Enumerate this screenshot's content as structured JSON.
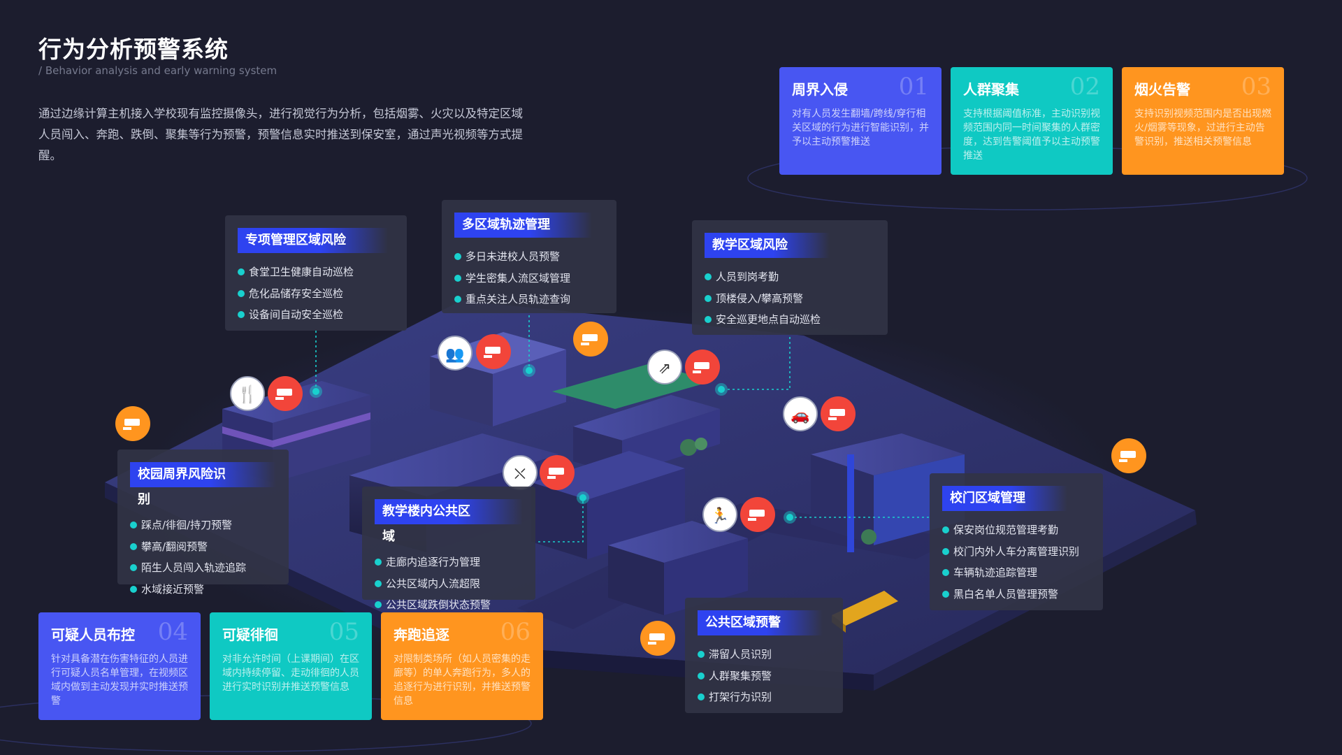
{
  "header": {
    "title": "行为分析预警系统",
    "subtitle": "/  Behavior analysis and early warning system",
    "description": "通过边缘计算主机接入学校现有监控摄像头，进行视觉行为分析，包括烟雾、火灾以及特定区域人员闯入、奔跑、跌倒、聚集等行为预警，预警信息实时推送到保安室，通过声光视频等方式提醒。"
  },
  "feature_cards": [
    {
      "title": "周界入侵",
      "number": "01",
      "description": "对有人员发生翻墙/跨线/穿行相关区域的行为进行智能识别，并予以主动预警推送"
    },
    {
      "title": "人群聚集",
      "number": "02",
      "description": "支持根据阈值标准，主动识别视频范围内同一时间聚集的人群密度，达到告警阈值予以主动预警推送"
    },
    {
      "title": "烟火告警",
      "number": "03",
      "description": "支持识别视频范围内是否出现燃火/烟雾等现象，过进行主动告警识别，推送相关预警信息"
    },
    {
      "title": "可疑人员布控",
      "number": "04",
      "description": "针对具备潜在伤害特征的人员进行可疑人员名单管理，在视频区域内做到主动发现并实时推送预警"
    },
    {
      "title": "可疑徘徊",
      "number": "05",
      "description": "对非允许时间（上课期间）在区域内持续停留、走动徘徊的人员进行实时识别并推送预警信息"
    },
    {
      "title": "奔跑追逐",
      "number": "06",
      "description": "对限制类场所（如人员密集的走廊等）的单人奔跑行为，多人的追逐行为进行识别，并推送预警信息"
    }
  ],
  "zones": {
    "special": {
      "title": "专项管理区域风险",
      "items": [
        "食堂卫生健康自动巡检",
        "危化品储存安全巡检",
        "设备间自动安全巡检"
      ]
    },
    "multi": {
      "title": "多区域轨迹管理",
      "items": [
        "多日未进校人员预警",
        "学生密集人流区域管理",
        "重点关注人员轨迹查询"
      ]
    },
    "teaching": {
      "title": "教学区域风险",
      "items": [
        "人员到岗考勤",
        "顶楼侵入/攀高预警",
        "安全巡更地点自动巡检"
      ]
    },
    "perimeter": {
      "title": "校园周界风险识别",
      "items": [
        "踩点/徘徊/持刀预警",
        "攀高/翻阅预警",
        "陌生人员闯入轨迹追踪",
        "水域接近预警"
      ]
    },
    "building": {
      "title": "教学楼内公共区域",
      "items": [
        "走廊内追逐行为管理",
        "公共区域内人流超限",
        "公共区域跌倒状态预警"
      ]
    },
    "gate": {
      "title": "校门区域管理",
      "items": [
        "保安岗位规范管理考勤",
        "校门内外人车分离管理识别",
        "车辆轨迹追踪管理",
        "黑白名单人员管理预警"
      ]
    },
    "public": {
      "title": "公共区域预警",
      "items": [
        "滞留人员识别",
        "人群聚集预警",
        "打架行为识别"
      ]
    }
  },
  "map_icons": {
    "camera": "surveillance-camera-icon",
    "canteen": "fork-knife-icon",
    "crowd": "group-walking-icon",
    "climb": "stair-climbing-icon",
    "vehicle": "car-icon",
    "fall": "falling-person-icon",
    "chase": "running-chase-icon"
  },
  "colors": {
    "background": "#1c1d2e",
    "accent_blue": "#4856f2",
    "accent_cyan": "#0fc9c3",
    "accent_orange": "#ff951f",
    "alert_red": "#f2453a",
    "marker_cyan": "#19d0ce",
    "zone_title": "#2e43f0"
  }
}
